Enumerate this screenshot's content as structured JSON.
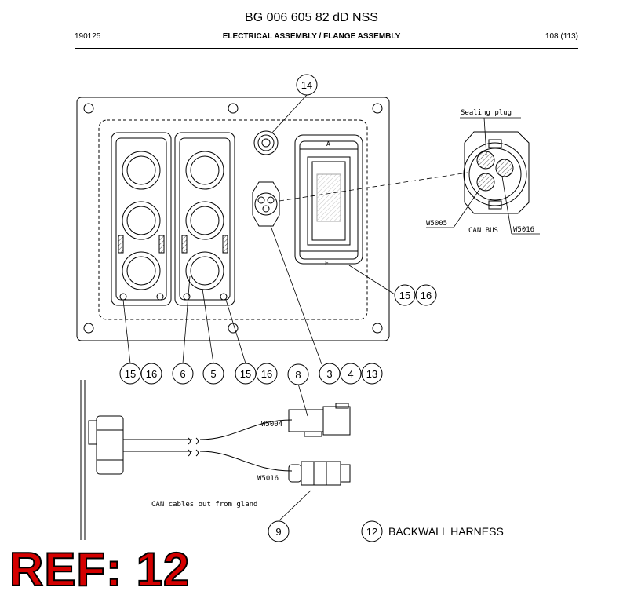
{
  "header": {
    "title": "BG 006 605 82 dD NSS",
    "doc_number": "190125",
    "section": "ELECTRICAL ASSEMBLY / FLANGE ASSEMBLY",
    "page": "108 (113)"
  },
  "callouts": {
    "c14": "14",
    "c15a": "15",
    "c16a": "16",
    "c15b": "15",
    "c16b": "16",
    "c6": "6",
    "c5": "5",
    "c15c": "15",
    "c16c": "16",
    "c3": "3",
    "c4": "4",
    "c13": "13",
    "c8": "8",
    "c9": "9",
    "c12": "12"
  },
  "labels": {
    "sealing_plug": "Sealing plug",
    "w5005": "W5005",
    "can_bus": "CAN BUS",
    "w5016_top": "W5016",
    "w5004": "W5004",
    "w5016_bottom": "W5016",
    "can_cables": "CAN cables out from gland",
    "backwall_harness": "BACKWALL HARNESS",
    "tag_a": "A",
    "tag_e": "E"
  },
  "ref_badge": "REF: 12",
  "colors": {
    "badge_red": "#d40000",
    "line": "#000000",
    "fill_grey": "#d0d0d0"
  }
}
